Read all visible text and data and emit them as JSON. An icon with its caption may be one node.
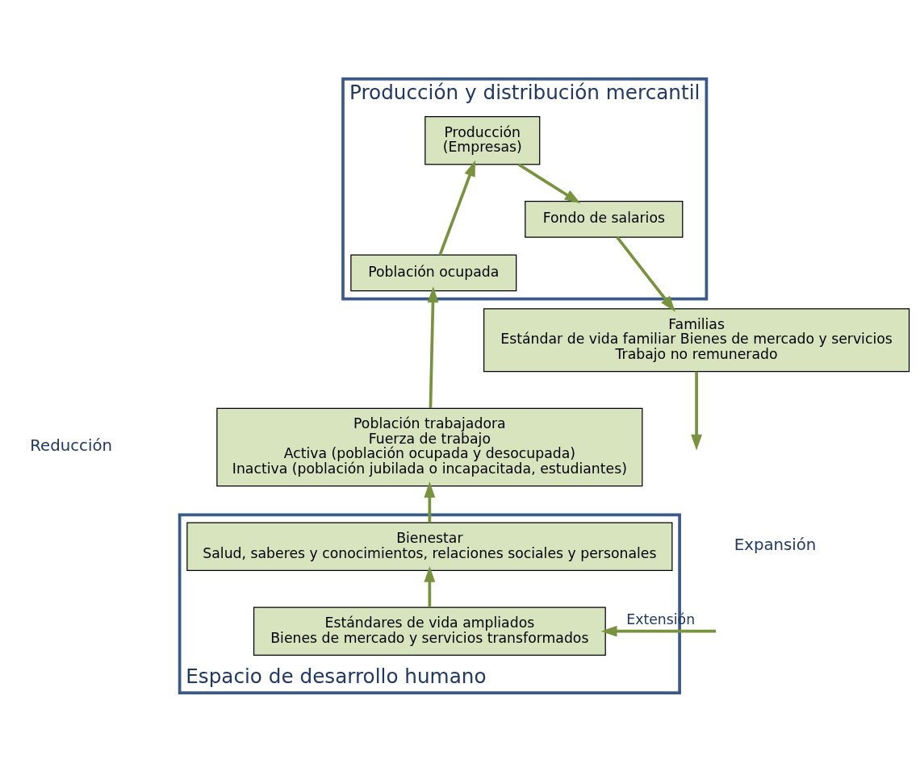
{
  "diagram": {
    "nodes": [
      {
        "text": [
          "Producción y distribución mercantil"
        ]
      },
      {
        "text": [
          "Producción",
          "(Empresas)"
        ],
        "in": 0
      },
      {
        "text": [
          "Fondo de salarios"
        ],
        "in": 0
      },
      {
        "text": [
          "Población ocupada"
        ],
        "in": 0
      },
      {
        "text": [
          "Familias",
          "Estándar de vida familiar Bienes de mercado y servicios",
          "Trabajo no remunerado"
        ]
      },
      {
        "text": [
          "Población trabajadora",
          "Fuerza de trabajo",
          "Activa (población ocupada y desocupada)",
          "Inactiva (población jubilada o incapacitada, estudiantes)"
        ]
      },
      {
        "text": [
          "Espacio de desarrollo humano"
        ]
      },
      {
        "text": [
          "Bienestar",
          "Salud, saberes y conocimientos, relaciones sociales y personales"
        ],
        "in": 6
      },
      {
        "text": [
          "Estándares de vida ampliados",
          "Bienes de mercado y servicios transformados"
        ],
        "in": 6
      }
    ],
    "edges": [
      {
        "from": 1,
        "to": 2,
        "arrow": "to"
      },
      {
        "from": 2,
        "to": 4,
        "arrow": "to"
      },
      {
        "from": 4,
        "to": null,
        "arrow": "to"
      },
      {
        "from": null,
        "to": 8,
        "arrow": "to",
        "label": "Extensión"
      },
      {
        "from": 8,
        "to": 7,
        "arrow": "to"
      },
      {
        "from": 7,
        "to": 5,
        "arrow": "to"
      },
      {
        "from": 5,
        "to": 3,
        "arrow": "to"
      },
      {
        "from": 3,
        "to": 1,
        "arrow": "to"
      }
    ],
    "labels": [
      "Reducción",
      "Expansión"
    ]
  }
}
